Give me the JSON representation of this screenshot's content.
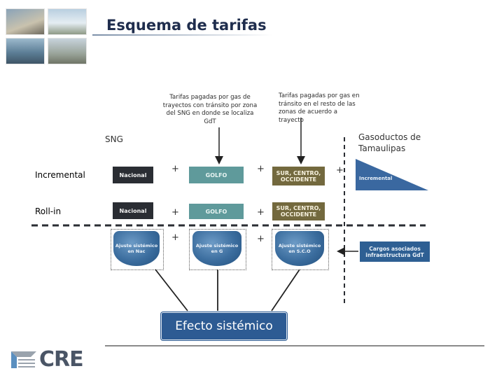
{
  "title": "Esquema de tarifas",
  "captions": {
    "left": "Tarifas pagadas por gas de trayectos con tránsito por zona del SNG en donde se localiza GdT",
    "right": "Tarifas pagadas por gas en tránsito en el resto de las zonas de acuerdo a trayecto"
  },
  "labels": {
    "sng": "SNG",
    "tamaulipas": "Gasoductos de Tamaulipas"
  },
  "rows": {
    "incremental": "Incremental",
    "rollin": "Roll-in"
  },
  "boxes": {
    "nacional_inc": "Nacional",
    "golfo_inc": "GOLFO",
    "sur_inc": "SUR, CENTRO, OCCIDENTE",
    "incremental_tri": "Incremental",
    "nacional_roll": "Nacional",
    "golfo_roll": "GOLFO",
    "sur_roll": "SUR, CENTRO, OCCIDENTE",
    "ajuste_nac": "Ajuste sistémico en Nac",
    "ajuste_g": "Ajuste sistémico en G",
    "ajuste_sco": "Ajuste sistémico en S.C.O",
    "cargos": "Cargos asociados infraestructura GdT"
  },
  "operators": {
    "plus": "+"
  },
  "efecto": "Efecto sistémico",
  "logo": "CRE",
  "colors": {
    "title": "#1f2d4d",
    "dark_box": "#2a2d33",
    "teal_box": "#5f9a9b",
    "olive_box": "#73693e",
    "blue_box": "#2e5f93"
  }
}
